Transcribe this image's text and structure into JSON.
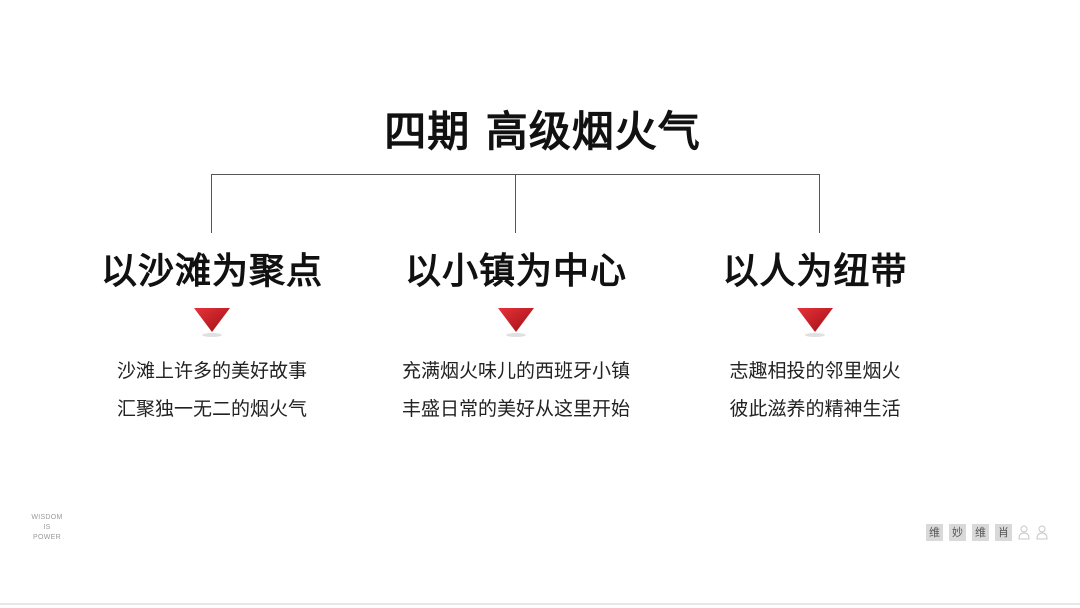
{
  "diagram": {
    "title": "四期 高级烟火气",
    "branches": [
      {
        "heading": "以沙滩为聚点",
        "lines": [
          "沙滩上许多的美好故事",
          "汇聚独一无二的烟火气"
        ]
      },
      {
        "heading": "以小镇为中心",
        "lines": [
          "充满烟火味儿的西班牙小镇",
          "丰盛日常的美好从这里开始"
        ]
      },
      {
        "heading": "以人为纽带",
        "lines": [
          "志趣相投的邻里烟火",
          "彼此滋养的精神生活"
        ]
      }
    ]
  },
  "footer": {
    "wisdom_lines": [
      "WISDOM",
      "IS",
      "POWER"
    ],
    "brand_chars": [
      "维",
      "妙",
      "维",
      "肖"
    ]
  },
  "colors": {
    "accent": "#c4161c",
    "line": "#555555",
    "text": "#111111"
  }
}
